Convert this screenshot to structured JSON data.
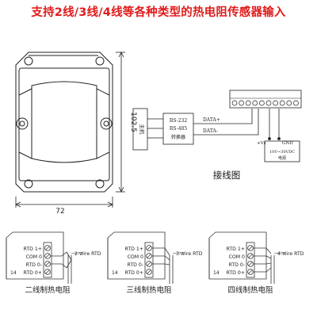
{
  "headline": "支持2线/3线/4线等各种类型的热电阻传感器输入",
  "dimensions": {
    "height": "102.5",
    "width": "72"
  },
  "converter": {
    "host": "主机",
    "line1": "RS-232",
    "line2": "RS-485",
    "line3": "转换器"
  },
  "bus": {
    "data_plus": "DATA+",
    "data_minus": "DATA-"
  },
  "power": {
    "vs": "+Vs",
    "gnd": "GND",
    "line1": "10V~30VDC",
    "line2": "电源"
  },
  "wiring_title": "接线图",
  "terminals": {
    "rtd1p": "RTD 1+",
    "com0": "COM 0",
    "rtd0m": "RTD 0-",
    "rtd0p": "RTD 0+",
    "pin": "14"
  },
  "rtd_types": [
    {
      "wire_label": "2-wire RTD",
      "caption": "二线制热电阻"
    },
    {
      "wire_label": "3-wire RTD",
      "caption": "三线制热电阻"
    },
    {
      "wire_label": "4-wire RTD",
      "caption": "四线制热电阻"
    }
  ]
}
